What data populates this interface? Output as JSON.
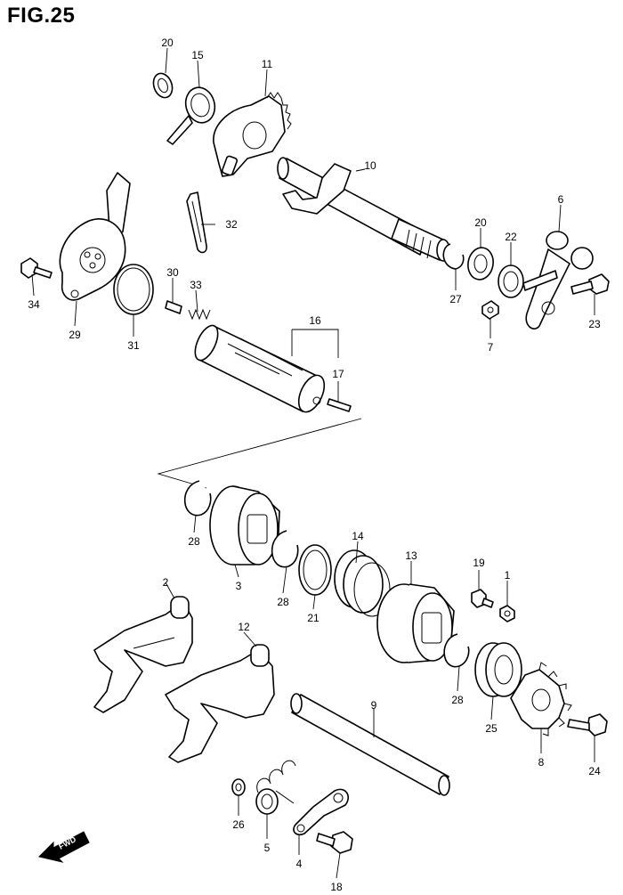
{
  "figure": {
    "title": "FIG.25"
  },
  "callouts": [
    "20",
    "15",
    "11",
    "10",
    "32",
    "6",
    "20",
    "22",
    "34",
    "29",
    "31",
    "30",
    "33",
    "27",
    "7",
    "23",
    "16",
    "17",
    "28",
    "3",
    "14",
    "13",
    "19",
    "1",
    "28",
    "21",
    "2",
    "12",
    "28",
    "9",
    "25",
    "8",
    "24",
    "26",
    "5",
    "4",
    "18"
  ],
  "fwd_indicator": {
    "text": "FWD"
  },
  "colors": {
    "line": "#000000",
    "background": "#ffffff"
  }
}
